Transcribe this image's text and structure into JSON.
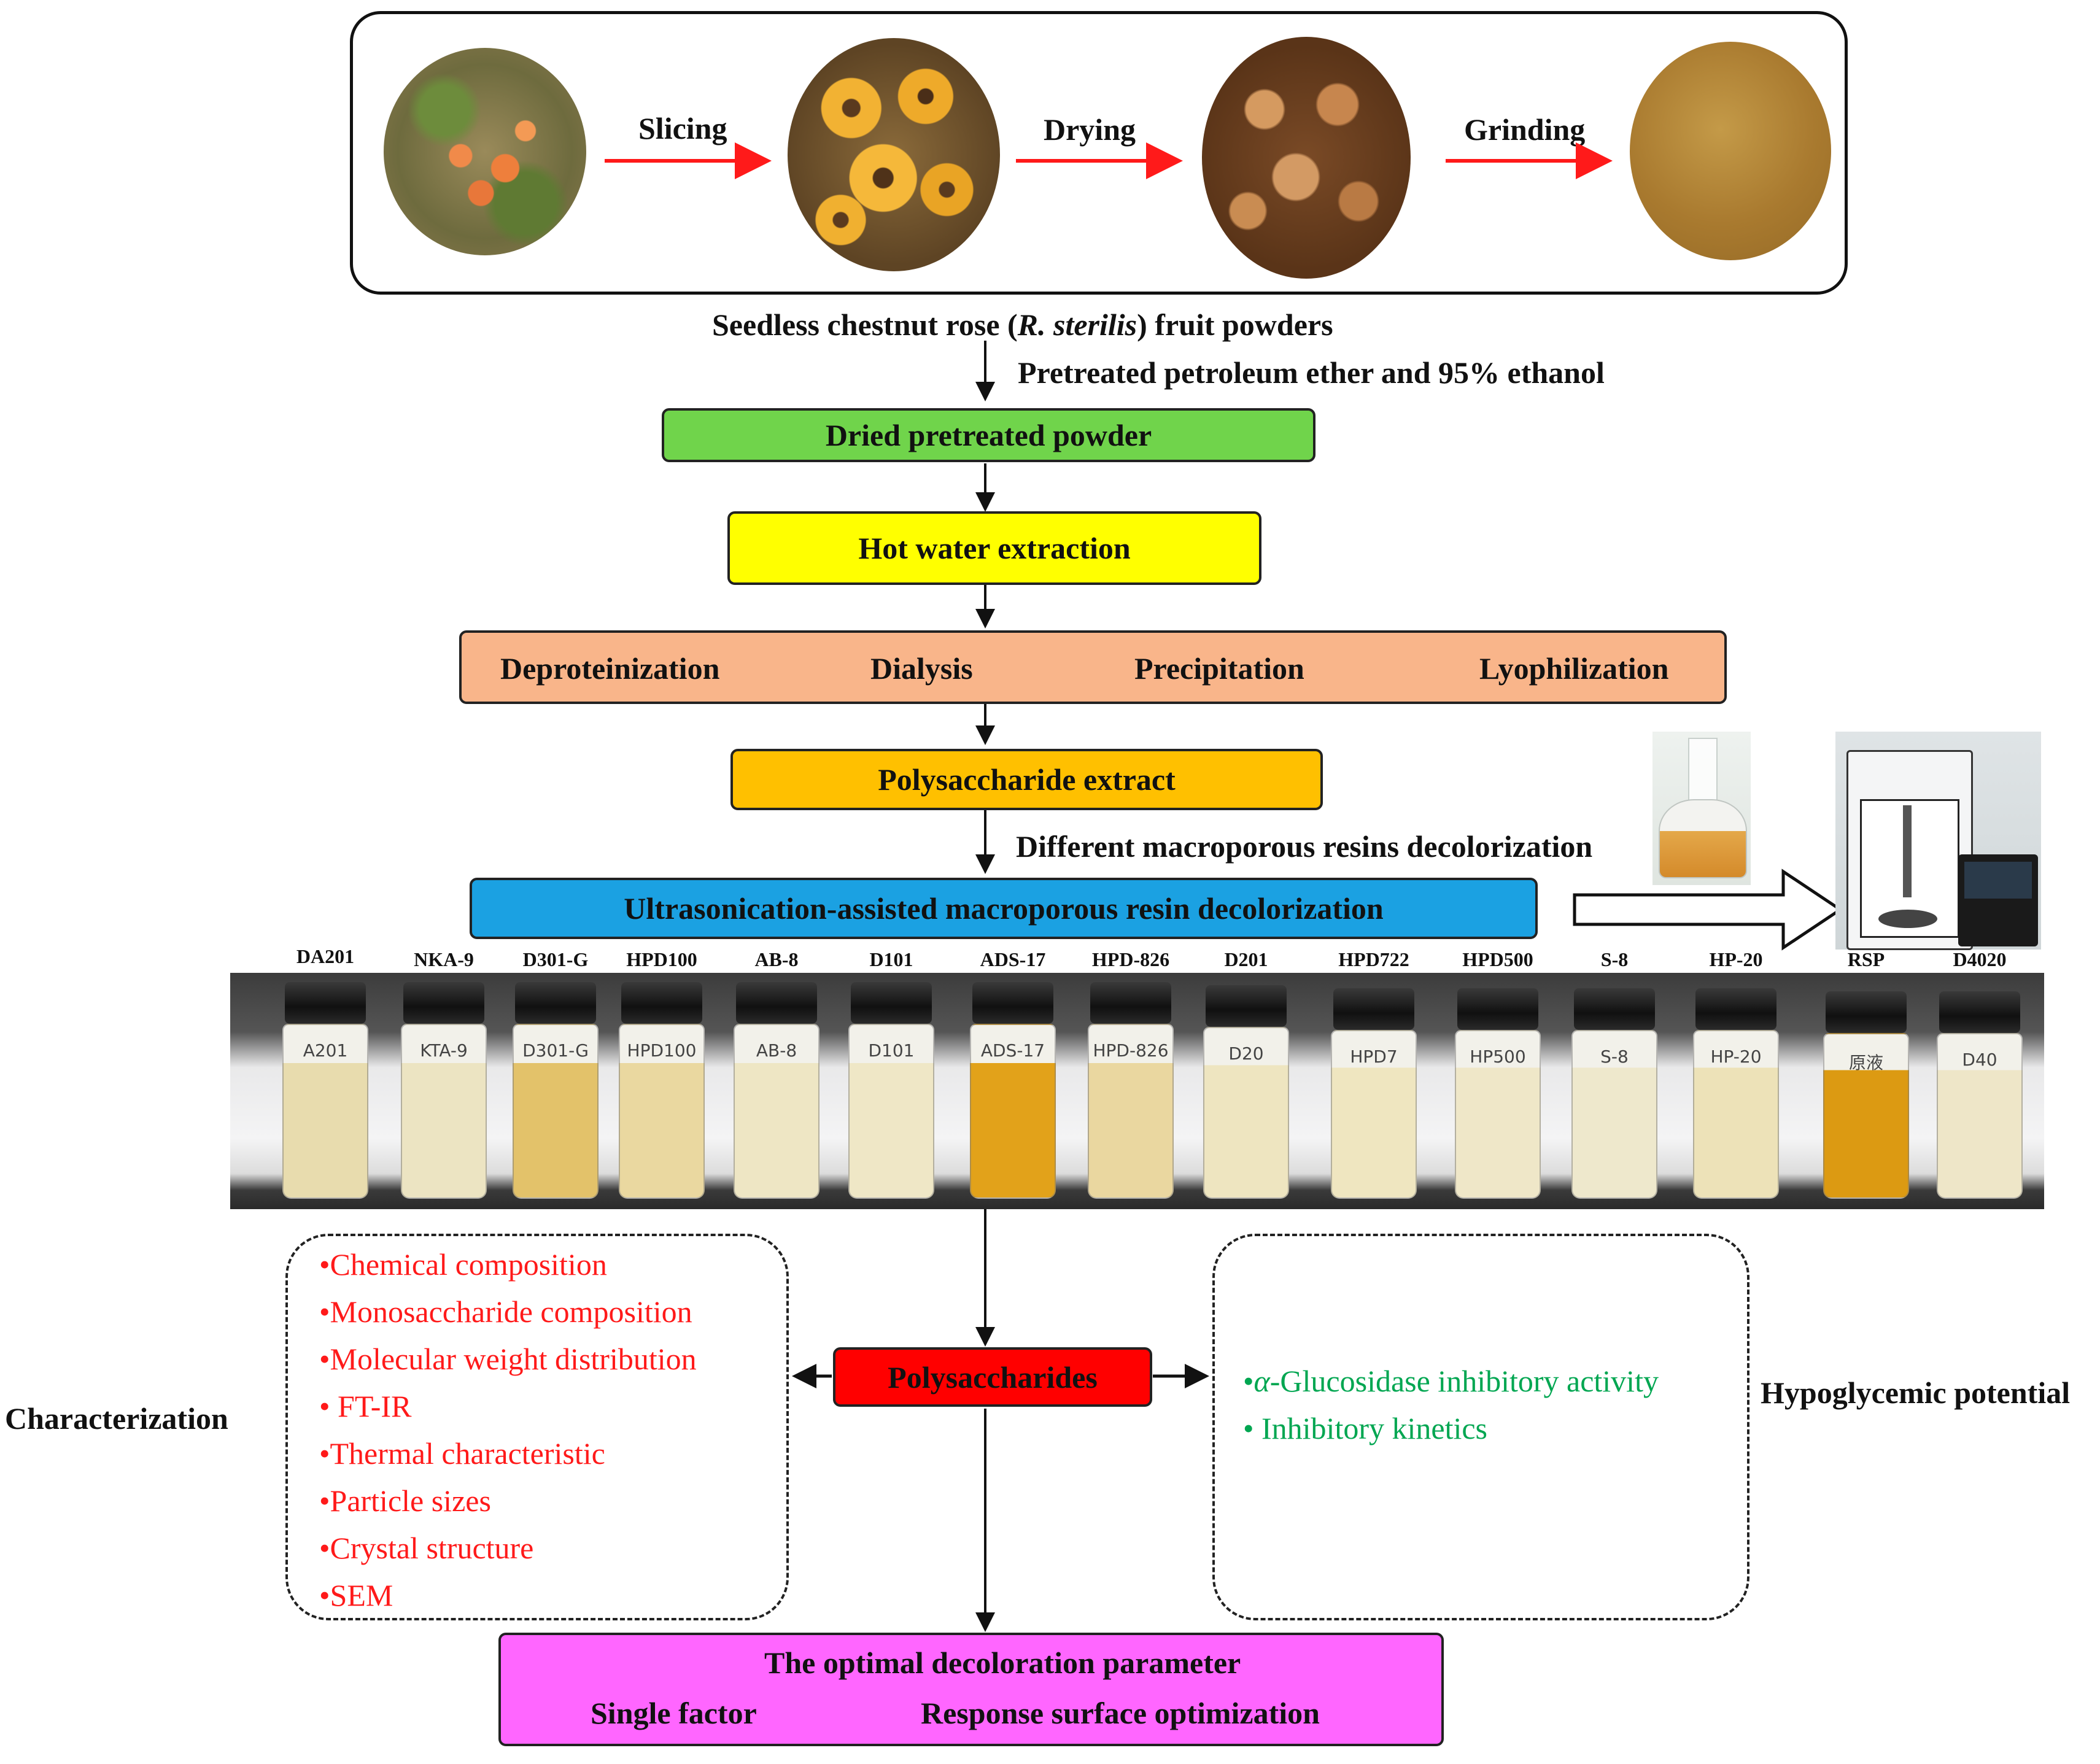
{
  "top_process": {
    "steps": [
      "Slicing",
      "Drying",
      "Grinding"
    ],
    "caption_pre": "Seedless chestnut rose (",
    "caption_italic": "R. sterilis",
    "caption_post": ") fruit powders",
    "photos": [
      "rose-plant-photo",
      "sliced-fruit-photo",
      "dried-fruit-photo",
      "fruit-powder-photo"
    ]
  },
  "flow": {
    "pretreat_note": "Pretreated petroleum ether and 95% ethanol",
    "dried_powder": "Dried pretreated powder",
    "hot_water": "Hot water extraction",
    "sub_steps": [
      "Deproteinization",
      "Dialysis",
      "Precipitation",
      "Lyophilization"
    ],
    "extract": "Polysaccharide extract",
    "resin_note": "Different macroporous resins decolorization",
    "ultrasonication": "Ultrasonication-assisted macroporous resin decolorization",
    "polysaccharides": "Polysaccharides"
  },
  "resins": {
    "names": [
      "DA201",
      "NKA-9",
      "D301-G",
      "HPD100",
      "AB-8",
      "D101",
      "ADS-17",
      "HPD-826",
      "D201",
      "HPD722",
      "HPD500",
      "S-8",
      "HP-20",
      "RSP",
      "D4020"
    ],
    "vial_labels": [
      "A201",
      "KTA-9",
      "D301-G",
      "HPD100",
      "AB-8",
      "D101",
      "ADS-17",
      "HPD-826",
      "D20",
      "HPD7",
      "HP500",
      "S-8",
      "HP-20",
      "原液",
      "D40"
    ],
    "liquid_colors": [
      "#e8dcae",
      "#ece4c2",
      "#e3c26a",
      "#ead8a0",
      "#eee6c4",
      "#efe7c6",
      "#e2a21a",
      "#ead7a0",
      "#eee5c0",
      "#efe6c0",
      "#efe7c8",
      "#eee8cc",
      "#ede2b8",
      "#dc9a12",
      "#eee6c8"
    ]
  },
  "characterization": {
    "title": "Characterization",
    "items": [
      "•Chemical composition",
      "•Monosaccharide composition",
      "•Molecular weight distribution",
      "• FT-IR",
      "•Thermal characteristic",
      "•Particle sizes",
      "•Crystal structure",
      "•SEM"
    ]
  },
  "hypoglycemic": {
    "title": "Hypoglycemic potential",
    "item1_pre": "•",
    "item1_italic": "α",
    "item1_post": "-Glucosidase inhibitory activity",
    "item2": "• Inhibitory kinetics"
  },
  "optimal": {
    "title": "The optimal decoloration parameter",
    "left": "Single factor",
    "right": "Response surface optimization"
  },
  "colors": {
    "green_box": "#70d44b",
    "yellow_box": "#ffff00",
    "peach_box": "#f9b58a",
    "orange_box": "#ffc000",
    "blue_box": "#1ba1e2",
    "red_box": "#ff0000",
    "magenta_box": "#ff66ff",
    "arrow_red": "#ff1a1a",
    "text_red": "#ff1a1a",
    "text_green": "#00a651"
  }
}
